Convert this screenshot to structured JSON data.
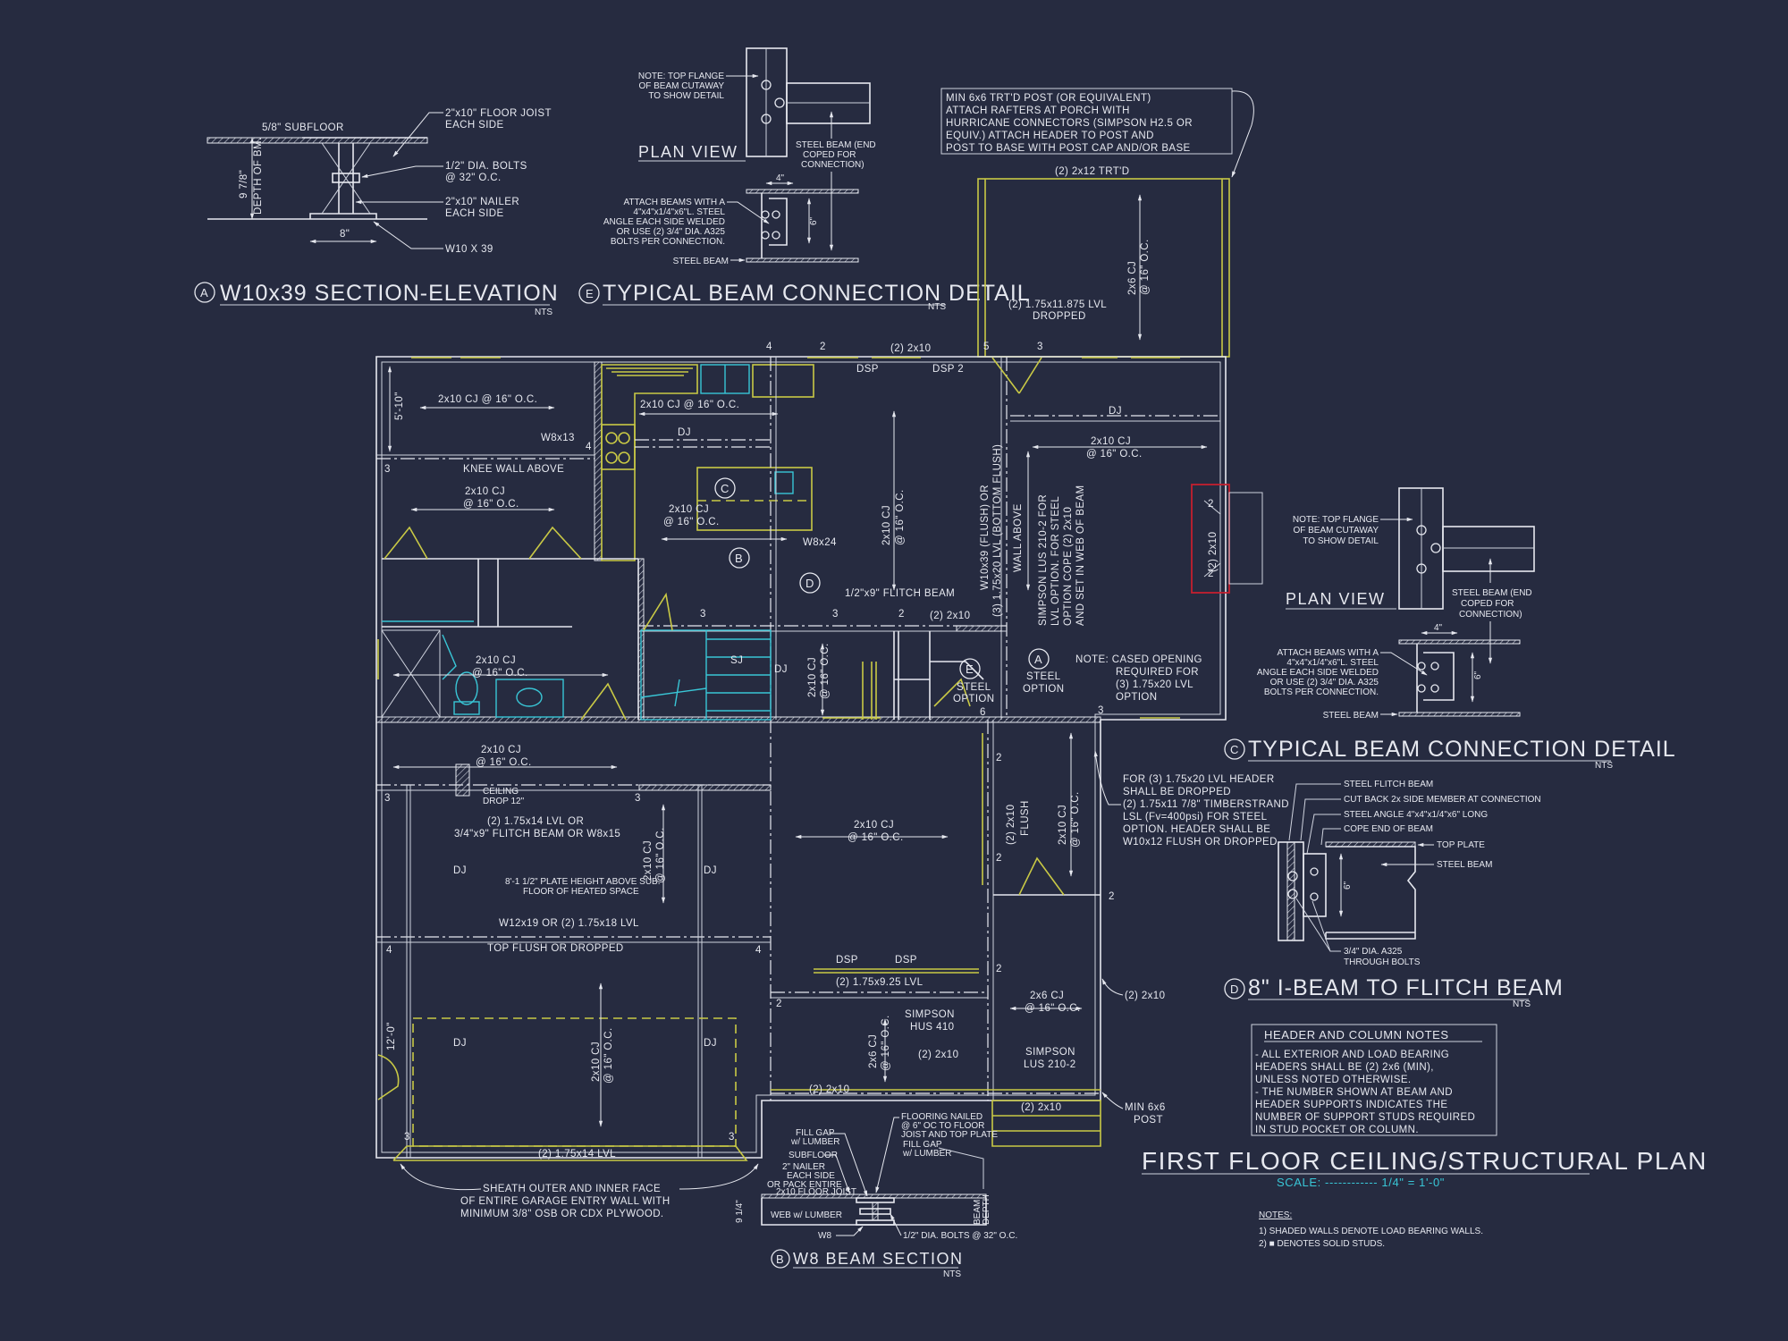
{
  "colors": {
    "background": "#262b40",
    "linework": "#e6e8ef",
    "yellow": "#c9c945",
    "cyan": "#39c6d6",
    "red": "#c4202f"
  },
  "title": {
    "main": "FIRST FLOOR CEILING/STRUCTURAL PLAN",
    "scale": "SCALE: ------------ 1/4\" = 1'-0\"",
    "notes_heading": "NOTES:",
    "notes": [
      "1) SHADED WALLS DENOTE LOAD BEARING WALLS.",
      "2) ■ DENOTES SOLID STUDS."
    ]
  },
  "header_notes": {
    "heading": "HEADER AND COLUMN NOTES",
    "lines": [
      "- ALL EXTERIOR AND LOAD BEARING",
      "HEADERS SHALL BE (2) 2x6 (MIN),",
      "UNLESS NOTED OTHERWISE.",
      "- THE NUMBER SHOWN AT BEAM AND",
      "HEADER SUPPORTS INDICATES THE",
      "NUMBER OF SUPPORT STUDS REQUIRED",
      "IN STUD POCKET OR COLUMN."
    ]
  },
  "porch_note": [
    "MIN 6x6 TRT'D POST (OR EQUIVALENT)",
    "ATTACH RAFTERS AT PORCH WITH",
    "HURRICANE CONNECTORS (SIMPSON H2.5 OR",
    "EQUIV.) ATTACH HEADER TO POST AND",
    "POST TO BASE WITH POST CAP AND/OR BASE"
  ],
  "detail_a": {
    "marker": "A",
    "title": "W10x39 SECTION-ELEVATION",
    "nts": "NTS",
    "subfloor": "5/8\" SUBFLOOR",
    "joist": [
      "2\"x10\" FLOOR JOIST",
      "EACH SIDE"
    ],
    "bolts": [
      "1/2\" DIA. BOLTS",
      "@ 32\" O.C."
    ],
    "nailer": [
      "2\"x10\" NAILER",
      "EACH SIDE"
    ],
    "beam": "W10 X 39",
    "width": "8\"",
    "depth": [
      "9 7/8\"",
      "DEPTH OF BM."
    ]
  },
  "detail_e": {
    "marker": "E",
    "title": "TYPICAL BEAM CONNECTION DETAIL",
    "nts": "NTS",
    "plan_view": "PLAN VIEW",
    "flange_note": [
      "NOTE: TOP FLANGE",
      "OF BEAM CUTAWAY",
      "TO SHOW DETAIL"
    ],
    "steel_beam_end": [
      "STEEL BEAM (END",
      "COPED FOR",
      "CONNECTION)"
    ],
    "width": "4\"",
    "height": "6\"",
    "attach": [
      "ATTACH BEAMS WITH A",
      "4\"x4\"x1/4\"x6\"L. STEEL",
      "ANGLE EACH SIDE WELDED",
      "OR USE (2) 3/4\" DIA. A325",
      "BOLTS PER CONNECTION."
    ],
    "steel_beam": "STEEL BEAM"
  },
  "detail_c": {
    "marker": "C",
    "title": "TYPICAL BEAM CONNECTION DETAIL",
    "nts": "NTS",
    "plan_view": "PLAN VIEW",
    "flange_note": [
      "NOTE: TOP FLANGE",
      "OF BEAM CUTAWAY",
      "TO SHOW DETAIL"
    ],
    "steel_beam_end": [
      "STEEL BEAM (END",
      "COPED FOR",
      "CONNECTION)"
    ],
    "width": "4\"",
    "height": "6\"",
    "attach": [
      "ATTACH BEAMS WITH A",
      "4\"x4\"x1/4\"x6\"L. STEEL",
      "ANGLE EACH SIDE WELDED",
      "OR USE (2) 3/4\" DIA. A325",
      "BOLTS PER CONNECTION."
    ],
    "steel_beam": "STEEL BEAM"
  },
  "detail_d": {
    "marker": "D",
    "title": "8\" I-BEAM TO FLITCH BEAM",
    "nts": "NTS",
    "labels": [
      "STEEL FLITCH BEAM",
      "CUT BACK 2x  SIDE MEMBER AT CONNECTION",
      "STEEL ANGLE 4\"x4\"x1/4\"x6\" LONG",
      "COPE END OF BEAM"
    ],
    "top_plate": "TOP PLATE",
    "steel_beam": "STEEL BEAM",
    "height": "6\"",
    "bolts": [
      "3/4\" DIA. A325",
      "THROUGH BOLTS"
    ]
  },
  "detail_b": {
    "marker": "B",
    "title": "W8 BEAM SECTION",
    "nts": "NTS",
    "flooring": [
      "FLOORING NAILED",
      "@ 6\" OC TO FLOOR",
      "JOIST AND TOP PLATE"
    ],
    "fill_gap_l": [
      "FILL GAP",
      "w/ LUMBER"
    ],
    "fill_gap_r": [
      "FILL GAP",
      "w/ LUMBER"
    ],
    "subfloor": "SUBFLOOR",
    "joist": "2x10 FLOOR JOIST",
    "nailer": [
      "2\" NAILER",
      "EACH SIDE",
      "OR PACK ENTIRE",
      "WEB w/ LUMBER"
    ],
    "w8": "W8",
    "bolts": "1/2\" DIA. BOLTS @ 32\" O.C.",
    "depth": "9 1/4\"",
    "beam_depth": [
      "BEAM",
      "DEPTH"
    ]
  },
  "plan": {
    "cj_16": "2x10 CJ @ 16\" O.C.",
    "cj": "2x10 CJ",
    "oc": "@ 16\" O.C.",
    "cj6": "2x6 CJ",
    "cj10_16": "2x10 CJ @ 16\" O.C.",
    "cj6_16": "2x6 CJ @ 16\" O.C.",
    "dj": "DJ",
    "sj": "SJ",
    "dsp": "DSP",
    "dsp2": "DSP 2",
    "w8x13": "W8x13",
    "w8x24": "W8x24",
    "knee_wall": "KNEE WALL ABOVE",
    "dim_5_10": "5'-10\"",
    "dim_12_0": "12'-0\"",
    "top_2x10": "(2) 2x10",
    "lvl_dropped": [
      "(2) 1.75x11.875 LVL",
      "DROPPED"
    ],
    "trtd": "(2) 2x12 TRT'D",
    "w10x39": [
      "W10x39 (FLUSH) OR",
      "(3) 1.75x20 LVL (BOTTOM FLUSH)"
    ],
    "wall_above": "WALL ABOVE",
    "simpson_note": [
      "SIMPSON LUS 210-2 FOR",
      "LVL OPTION.  FOR STEEL",
      "OPTION COPE (2) 2x10",
      "AND SET IN WEB OF BEAM"
    ],
    "fireplace_hdr": "(2) 2x10",
    "flitch": "1/2\"x9\" FLITCH BEAM",
    "mid_2x10": "(2) 2x10",
    "steel_option": [
      "STEEL",
      "OPTION"
    ],
    "cased_note": [
      "NOTE: CASED OPENING",
      "REQUIRED FOR",
      "(3) 1.75x20 LVL",
      "OPTION"
    ],
    "ceiling_drop": [
      "CEILING",
      "DROP 12\""
    ],
    "lvl_or_flitch": [
      "(2) 1.75x14 LVL OR",
      "3/4\"x9\" FLITCH BEAM OR W8x15"
    ],
    "plate_height": [
      "8'-1 1/2\" PLATE HEIGHT ABOVE SUB.",
      "FLOOR OF HEATED SPACE"
    ],
    "w12x19": "W12x19 OR (2) 1.75x18 LVL",
    "top_flush": "TOP FLUSH OR DROPPED",
    "garage_lvl": "(2) 1.75x14 LVL",
    "flush_2x10": [
      "(2) 2x10",
      "FLUSH"
    ],
    "header_note": [
      "FOR (3) 1.75x20 LVL HEADER",
      "SHALL BE DROPPED",
      "(2) 1.75x11 7/8\" TIMBERSTRAND",
      "LSL (Fv=400psi) FOR STEEL",
      "OPTION.  HEADER SHALL BE",
      "W10x12 FLUSH OR DROPPED"
    ],
    "lvl_925": "(2) 1.75x9.25 LVL",
    "hus410": [
      "SIMPSON",
      "HUS 410"
    ],
    "lus210": [
      "SIMPSON",
      "LUS 210-2"
    ],
    "post": [
      "MIN 6x6",
      "POST"
    ],
    "garage_sheath": [
      "SHEATH OUTER AND INNER FACE",
      "OF ENTIRE GARAGE ENTRY WALL WITH",
      "MINIMUM 3/8\" OSB OR CDX PLYWOOD."
    ],
    "markers": {
      "a": "A",
      "b": "B",
      "c": "C",
      "d": "D",
      "e": "E"
    },
    "studs": {
      "n2": "2",
      "n3": "3",
      "n4": "4",
      "n5": "5",
      "n6": "6"
    }
  }
}
